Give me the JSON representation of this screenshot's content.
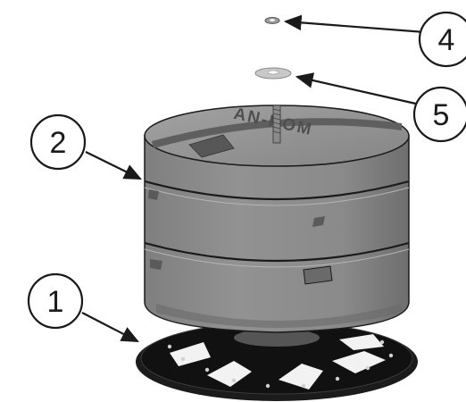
{
  "callouts": [
    {
      "id": "1",
      "label": "1"
    },
    {
      "id": "2",
      "label": "2"
    },
    {
      "id": "4",
      "label": "4"
    },
    {
      "id": "5",
      "label": "5"
    }
  ],
  "logo_text": "AN-KOM",
  "colors": {
    "body_gray": "#8d8d8d",
    "body_shadow": "#6f6f6f",
    "top_gray": "#9a9a9a",
    "base_dark": "#1b1b1b",
    "outline": "#1a1a1a",
    "washer": "#c8c8c8"
  }
}
